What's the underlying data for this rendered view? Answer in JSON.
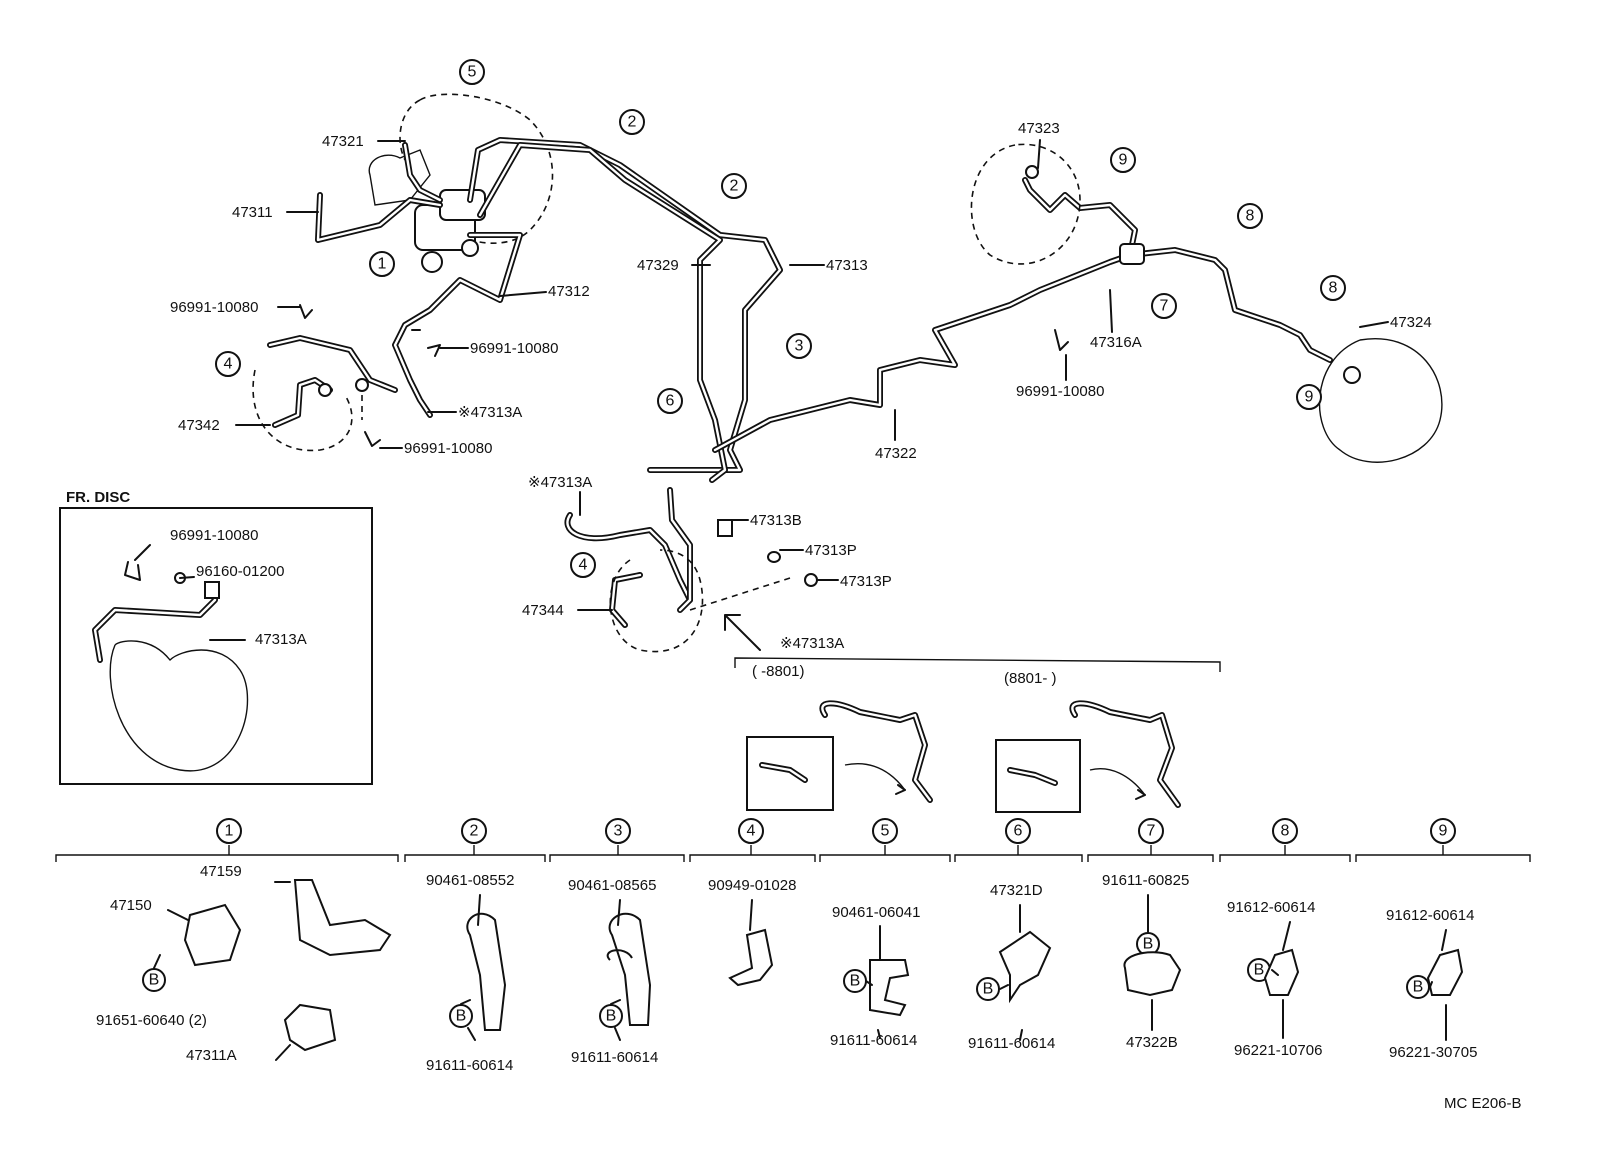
{
  "diagram_id": "MC E206-B",
  "fr_disc_title": "FR. DISC",
  "main_labels": {
    "p47321": "47321",
    "p47311": "47311",
    "p47312": "47312",
    "p47329": "47329",
    "p47313": "47313",
    "p96991_a": "96991-10080",
    "p96991_b": "96991-10080",
    "p96991_c": "96991-10080",
    "p96991_d": "96991-10080",
    "p47313A_1": "※47313A",
    "p47342": "47342",
    "p47322": "47322",
    "p47323": "47323",
    "p47316A": "47316A",
    "p47324": "47324",
    "p47313A_2": "※47313A",
    "p47313B": "47313B",
    "p47313P_1": "47313P",
    "p47313P_2": "47313P",
    "p47344": "47344",
    "p47313A_3": "※47313A"
  },
  "fr_disc_labels": {
    "p96991": "96991-10080",
    "p96160": "96160-01200",
    "p47313A": "47313A"
  },
  "ranges": {
    "before": "(        -8801)",
    "after": "(8801-         )"
  },
  "callouts": [
    "1",
    "2",
    "3",
    "4",
    "5",
    "6",
    "7",
    "8",
    "9"
  ],
  "bottom_groups": [
    {
      "num": "1",
      "parts": [
        "47159",
        "47150",
        "91651-60640 (2)",
        "47311A"
      ],
      "bolt": "B"
    },
    {
      "num": "2",
      "parts": [
        "90461-08552",
        "91611-60614"
      ],
      "bolt": "B"
    },
    {
      "num": "3",
      "parts": [
        "90461-08565",
        "91611-60614"
      ],
      "bolt": "B"
    },
    {
      "num": "4",
      "parts": [
        "90949-01028"
      ]
    },
    {
      "num": "5",
      "parts": [
        "90461-06041",
        "91611-60614"
      ],
      "bolt": "B"
    },
    {
      "num": "6",
      "parts": [
        "47321D",
        "91611-60614"
      ],
      "bolt": "B"
    },
    {
      "num": "7",
      "parts": [
        "91611-60825",
        "47322B"
      ],
      "bolt": "B"
    },
    {
      "num": "8",
      "parts": [
        "91612-60614",
        "96221-10706"
      ],
      "bolt": "B"
    },
    {
      "num": "9",
      "parts": [
        "91612-60614",
        "96221-30705"
      ],
      "bolt": "B"
    }
  ]
}
